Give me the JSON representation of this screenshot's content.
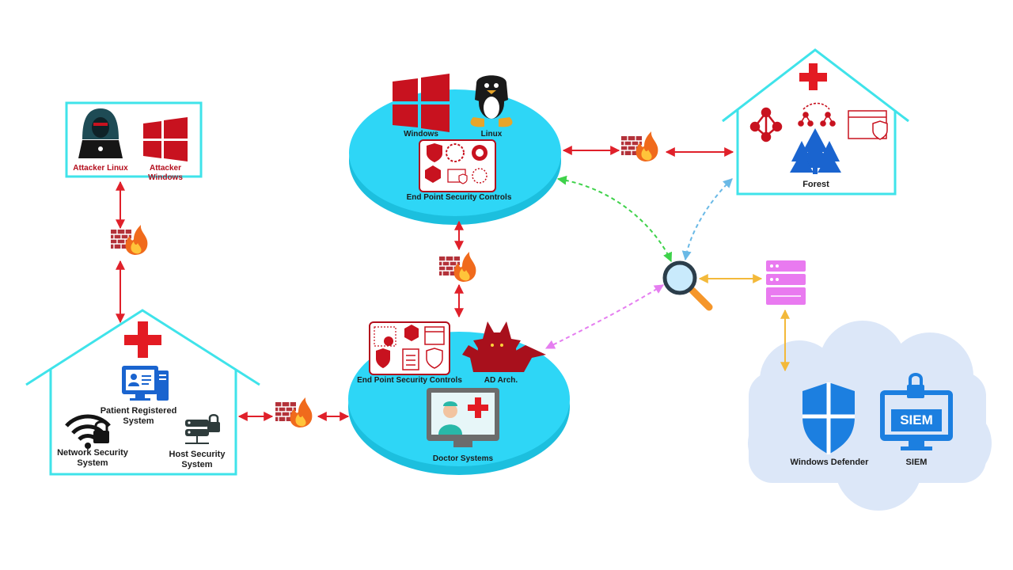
{
  "attacker": {
    "linux_label": "Attacker Linux",
    "windows_label": "Attacker Windows"
  },
  "server_zone": {
    "windows_label": "Windows",
    "linux_label": "Linux",
    "controls_label": "End Point Security Controls"
  },
  "forest": {
    "label": "Forest"
  },
  "hospital": {
    "patient_label_1": "Patient Registered",
    "patient_label_2": "System",
    "network_label_1": "Network Security",
    "network_label_2": "System",
    "host_label_1": "Host Security",
    "host_label_2": "System"
  },
  "lan_zone": {
    "controls_label": "End Point Security Controls",
    "ad_label": "AD Arch.",
    "doctor_label": "Doctor Systems"
  },
  "cloud": {
    "defender_label": "Windows Defender",
    "siem_label": "SIEM",
    "siem_badge": "SIEM"
  },
  "colors": {
    "cyan_border": "#3fe3ea",
    "disc_fill": "#2ed6f6",
    "brand_red": "#c8121f",
    "arrow_red": "#e0202a",
    "arrow_green": "#3ed24a",
    "arrow_blue": "#6ab9e6",
    "arrow_pink": "#e57ef0",
    "arrow_orange": "#f3b93a",
    "server_pink": "#e97af0",
    "cloud_fill": "#dce7f8",
    "defender_blue": "#1c7fe0"
  }
}
